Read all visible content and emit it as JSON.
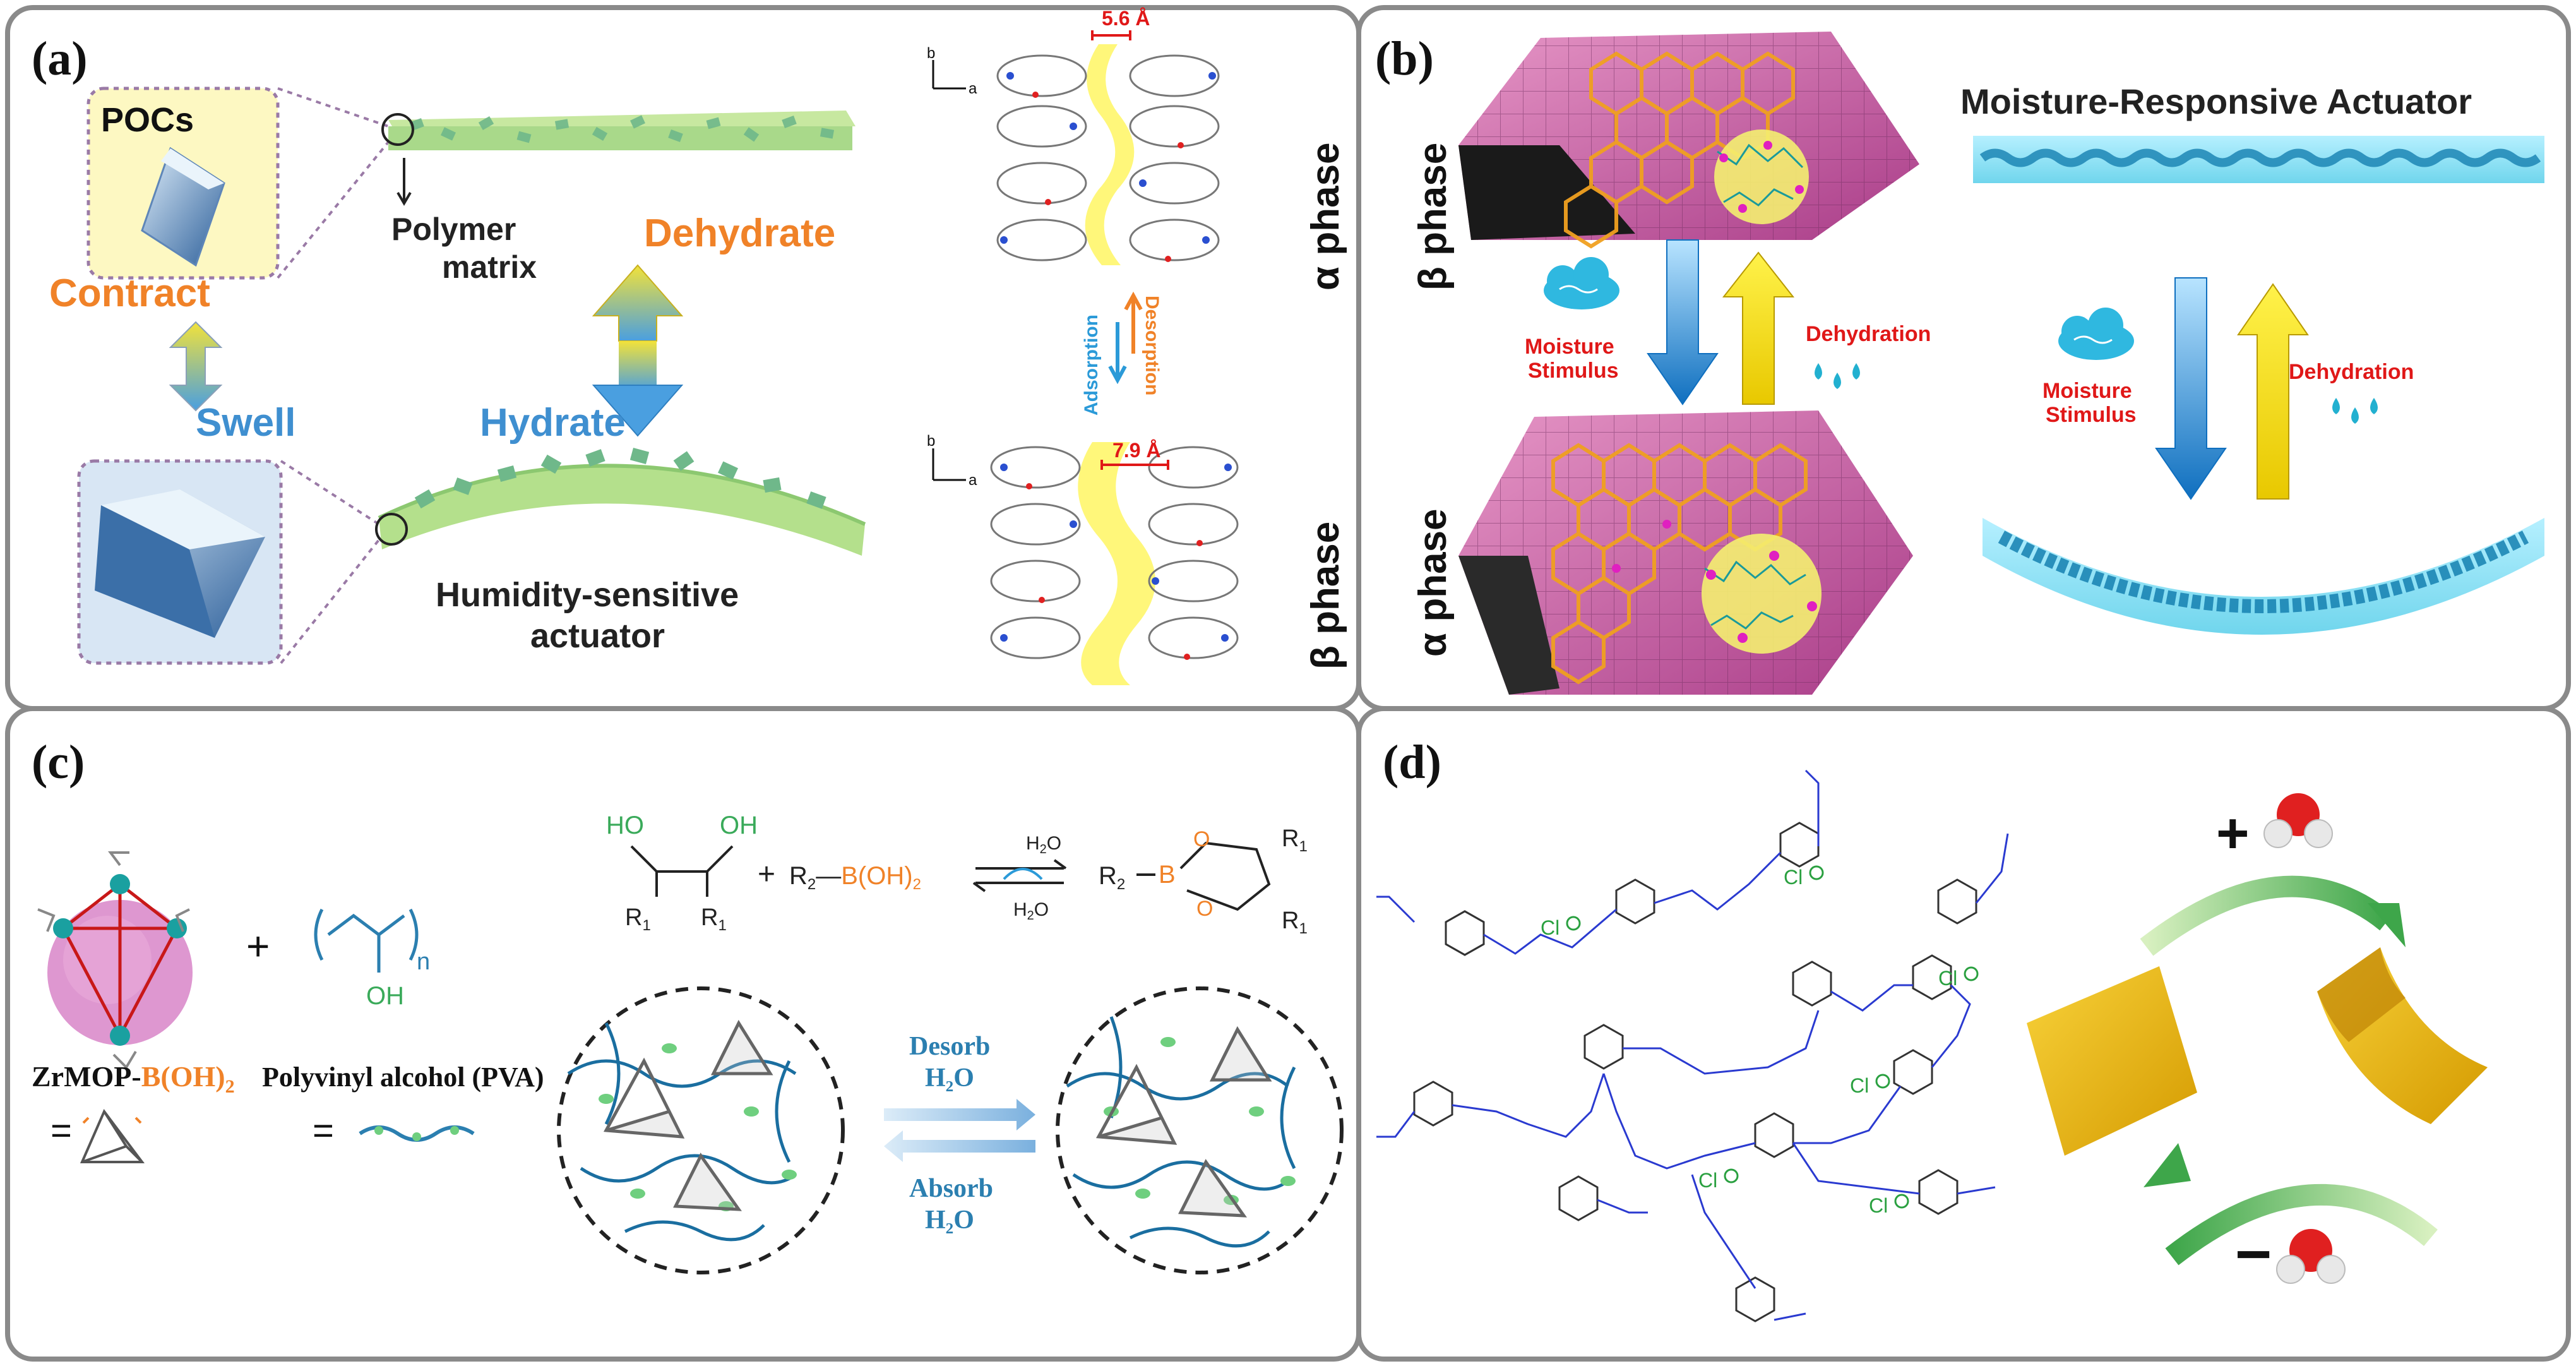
{
  "panels": {
    "a": {
      "label": "(a)",
      "pocs": "POCs",
      "polymer_matrix_1": "Polymer",
      "polymer_matrix_2": "matrix",
      "contract": "Contract",
      "swell": "Swell",
      "dehydrate": "Dehydrate",
      "hydrate": "Hydrate",
      "actuator_1": "Humidity-sensitive",
      "actuator_2": "actuator",
      "dist_top": "5.6 Å",
      "dist_bottom": "7.9 Å",
      "axis_b": "b",
      "axis_a": "a",
      "alpha_phase": "α phase",
      "beta_phase": "β phase",
      "desorption": "Desorption",
      "adsorption": "Adsorption"
    },
    "b": {
      "label": "(b)",
      "beta_phase": "β phase",
      "alpha_phase": "α phase",
      "title": "Moisture-Responsive Actuator",
      "moisture_1": "Moisture",
      "moisture_2": "Stimulus",
      "dehydration": "Dehydration"
    },
    "c": {
      "label": "(c)",
      "zrmop": "ZrMOP-",
      "boh2": "B(OH)",
      "sub2": "2",
      "pva": "Polyvinyl alcohol (PVA)",
      "plus": "+",
      "eq": "=",
      "ho": "HO",
      "oh": "OH",
      "r1": "R",
      "sub1": "1",
      "r2": "R",
      "b_oh2": "B(OH)",
      "h2o": "H",
      "o": "O",
      "n": "n",
      "desorb": "Desorb",
      "absorb": "Absorb",
      "h2o_label": "H₂O"
    },
    "d": {
      "label": "(d)",
      "plus": "+",
      "minus": "−",
      "cl": "Cl"
    }
  },
  "colors": {
    "orange": "#f08228",
    "blue": "#3f8fd0",
    "red": "#e01818",
    "green": "#5bbf6e",
    "teal": "#2b7fb0",
    "cyan": "#29b8d8"
  }
}
